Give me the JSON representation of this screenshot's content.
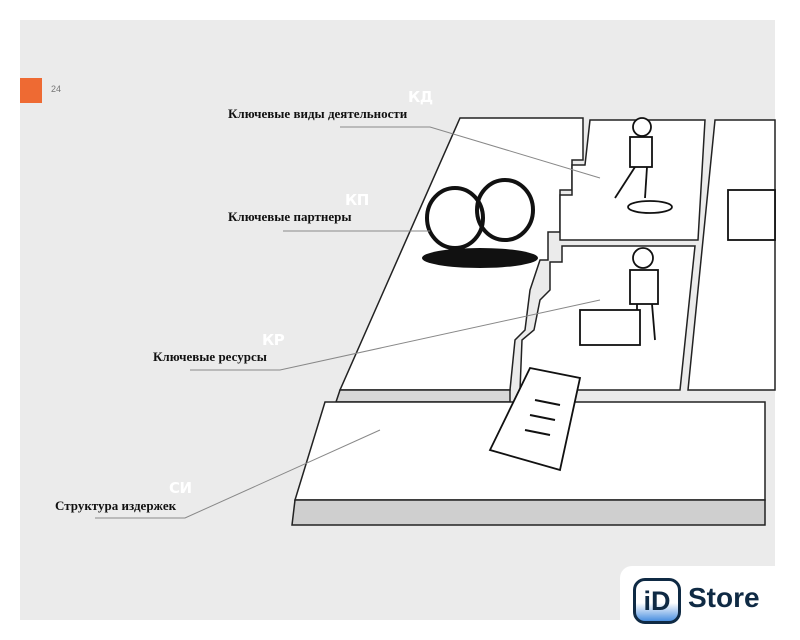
{
  "page_number": "24",
  "blocks": [
    {
      "abbr": "КД",
      "label": "Ключевые виды деятельности"
    },
    {
      "abbr": "КП",
      "label": "Ключевые партнеры"
    },
    {
      "abbr": "КР",
      "label": "Ключевые ресурсы"
    },
    {
      "abbr": "СИ",
      "label": "Структура издержек"
    }
  ],
  "logo": {
    "id": "iD",
    "store": "Store"
  },
  "colors": {
    "accent": "#ee6a33",
    "slide_bg": "#ebebeb",
    "logo": "#0f2a44"
  }
}
